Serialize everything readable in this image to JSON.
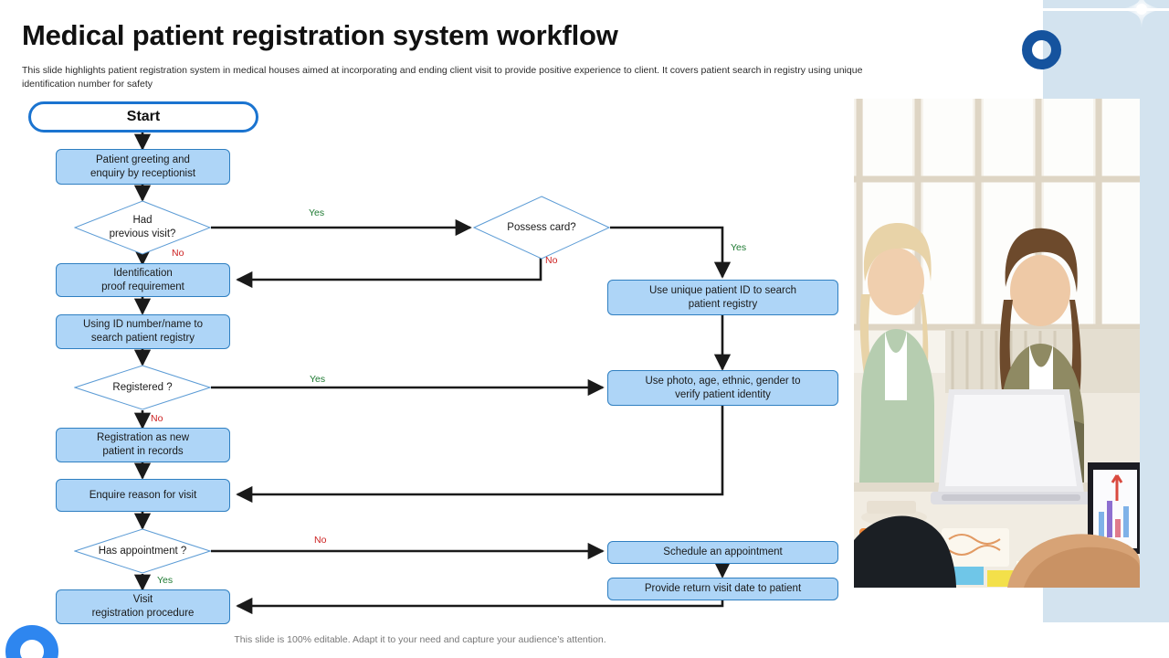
{
  "slide": {
    "title": "Medical patient registration system workflow",
    "subtitle": "This slide highlights patient registration system in medical houses aimed at incorporating and ending client visit to provide positive experience to client. It covers patient search in registry  using unique identification number for safety",
    "footer": "This slide is 100% editable. Adapt it to your need and capture your audience’s attention."
  },
  "colors": {
    "node_fill": "#aed5f7",
    "node_border": "#2f7fc1",
    "terminator_border": "#1b74d0",
    "panel": "#d3e3ef",
    "ring_dark": "#15539e",
    "ring_light": "#2e86ef",
    "yes": "#1e7a32",
    "no": "#cc2020",
    "connector": "#1a1a1a"
  },
  "flowchart": {
    "nodes": {
      "start": {
        "label": "Start",
        "type": "terminator"
      },
      "greeting": {
        "label": "Patient greeting and\nenquiry by receptionist",
        "type": "process"
      },
      "had_previous_visit": {
        "label": "Had\nprevious visit?",
        "type": "decision"
      },
      "possess_card": {
        "label": "Possess card?",
        "type": "decision"
      },
      "identification": {
        "label": "Identification\nproof requirement",
        "type": "process"
      },
      "unique_id_search": {
        "label": "Use unique patient ID to search\npatient registry",
        "type": "process"
      },
      "using_id_search": {
        "label": "Using ID number/name to\nsearch patient registry",
        "type": "process"
      },
      "registered": {
        "label": "Registered ?",
        "type": "decision"
      },
      "verify_identity": {
        "label": "Use photo, age, ethnic, gender to\nverify patient identity",
        "type": "process"
      },
      "registration_new": {
        "label": "Registration as new\npatient in records",
        "type": "process"
      },
      "enquire_reason": {
        "label": "Enquire reason for visit",
        "type": "process"
      },
      "has_appointment": {
        "label": "Has appointment ?",
        "type": "decision"
      },
      "schedule_appointment": {
        "label": "Schedule an appointment",
        "type": "process"
      },
      "provide_return_date": {
        "label": "Provide return visit date to patient",
        "type": "process"
      },
      "visit_registration": {
        "label": "Visit\nregistration procedure",
        "type": "process"
      }
    },
    "edge_labels": {
      "had_previous_visit_yes": "Yes",
      "had_previous_visit_no": "No",
      "possess_card_yes": "Yes",
      "possess_card_no": "No",
      "registered_yes": "Yes",
      "registered_no": "No",
      "has_appointment_no": "No",
      "has_appointment_yes": "Yes"
    }
  },
  "icons": {
    "sparkle": "sparkle-icon",
    "ring_dark": "ring-dark-icon",
    "ring_light": "ring-light-icon",
    "photo": "team-meeting-photo"
  }
}
